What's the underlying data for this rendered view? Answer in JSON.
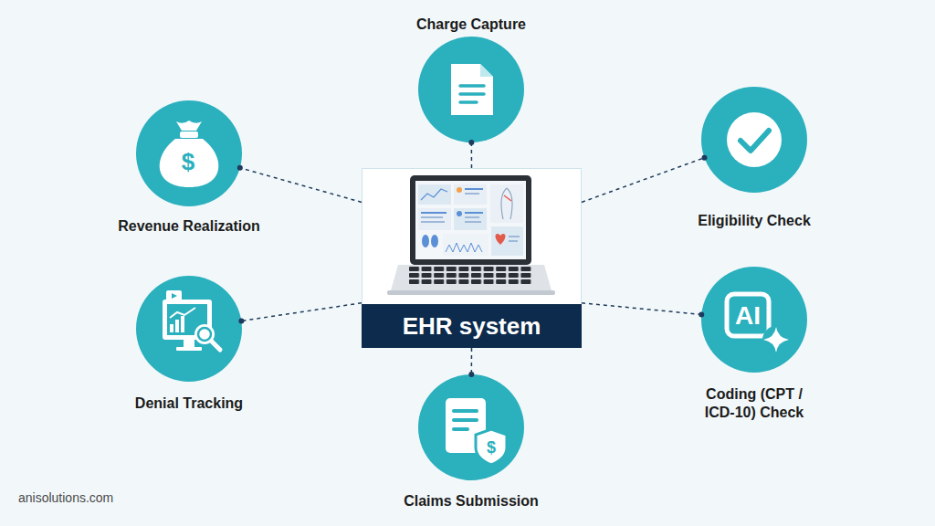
{
  "diagram": {
    "nodes": [
      {
        "text": [
          "Charge Capture"
        ]
      },
      {
        "text": [
          "Revenue Realization"
        ]
      },
      {
        "text": [
          "Eligibility Check"
        ]
      },
      {
        "text": [
          "EHR system"
        ]
      },
      {
        "text": [
          "Denial Tracking"
        ]
      },
      {
        "text": [
          "Coding (CPT / ICD-10) Check"
        ]
      },
      {
        "text": [
          "Claims Submission"
        ]
      }
    ],
    "edges": [
      {
        "from": 3,
        "to": 0,
        "arrow": "none"
      },
      {
        "from": 3,
        "to": 1,
        "arrow": "none"
      },
      {
        "from": 3,
        "to": 2,
        "arrow": "none"
      },
      {
        "from": 3,
        "to": 4,
        "arrow": "none"
      },
      {
        "from": 3,
        "to": 5,
        "arrow": "none"
      },
      {
        "from": 3,
        "to": 6,
        "arrow": "none"
      }
    ],
    "labels": [
      "$",
      "AI",
      "$",
      "anisolutions.com"
    ]
  }
}
